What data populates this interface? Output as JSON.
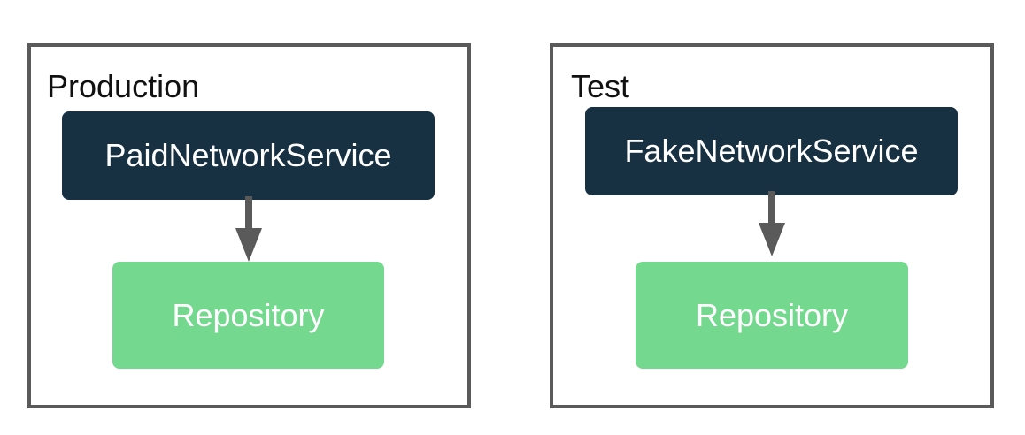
{
  "panels": [
    {
      "title": "Production",
      "service": "PaidNetworkService",
      "repository": "Repository"
    },
    {
      "title": "Test",
      "service": "FakeNetworkService",
      "repository": "Repository"
    }
  ],
  "colors": {
    "panel_border": "#5a5a5a",
    "service_box": "#173042",
    "repository_box": "#74d98f",
    "arrow": "#5a5a5a",
    "box_text": "#ffffff",
    "title_text": "#111111"
  }
}
